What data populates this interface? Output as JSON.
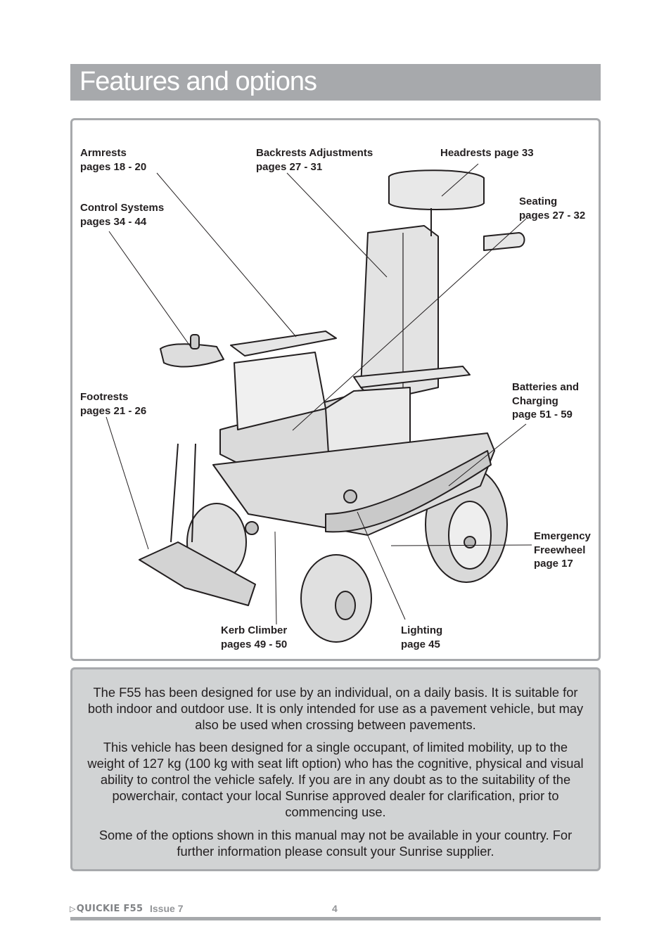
{
  "header": {
    "title": "Features and options"
  },
  "callouts": {
    "armrests": {
      "line1": "Armrests",
      "line2": "pages  18 - 20"
    },
    "control_systems": {
      "line1": "Control Systems",
      "line2": "pages  34 - 44"
    },
    "backrests": {
      "line1": "Backrests Adjustments",
      "line2": "pages 27 - 31"
    },
    "headrests": {
      "line1": "Headrests page 33"
    },
    "seating": {
      "line1": "Seating",
      "line2": "pages 27 - 32"
    },
    "footrests": {
      "line1": "Footrests",
      "line2": "pages 21 - 26"
    },
    "batteries": {
      "line1": "Batteries and",
      "line2": "Charging",
      "line3": "page 51 - 59"
    },
    "freewheel": {
      "line1": "Emergency",
      "line2": "Freewheel",
      "line3": "page 17"
    },
    "kerb_climber": {
      "line1": "Kerb Climber",
      "line2": "pages 49 - 50"
    },
    "lighting": {
      "line1": "Lighting",
      "line2": "page 45"
    }
  },
  "info": {
    "paragraph1": "The F55 has been designed for use by an individual, on a daily basis. It is suitable for both indoor and outdoor use. It is only intended for use as a pavement vehicle, but may also be used when crossing between pavements.",
    "paragraph2": "This vehicle has been designed for a single occupant, of limited mobility, up to the weight of 127 kg (100 kg with seat lift option) who has the cognitive, physical and visual ability to control the vehicle safely. If you are in any doubt as to the suitability of the powerchair, contact your local Sunrise approved dealer for clarification, prior to commencing use.",
    "paragraph3": "Some of the options shown in this manual may not be available in your country. For further information please consult your Sunrise supplier."
  },
  "footer": {
    "logo_text": "QUICKIE F55",
    "issue": "Issue 7",
    "page_number": "4"
  }
}
